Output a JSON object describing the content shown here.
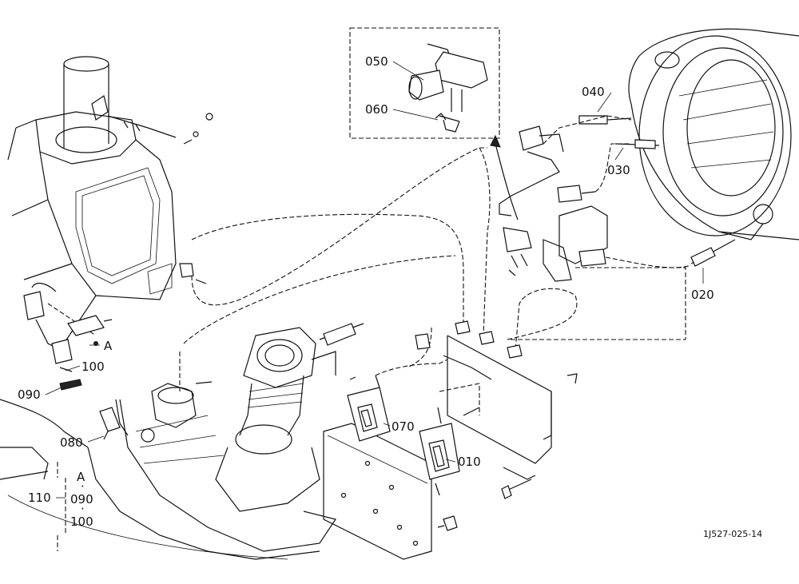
{
  "diagram": {
    "callouts": {
      "p010": "010",
      "p020": "020",
      "p030": "030",
      "p040": "040",
      "p050": "050",
      "p060": "060",
      "p070": "070",
      "p080": "080",
      "p090": "090",
      "p100": "100",
      "p110": "110",
      "refA": "A"
    },
    "kit": {
      "a": "A",
      "p090": "090",
      "p100": "100"
    },
    "code": "1J527-025-14"
  }
}
